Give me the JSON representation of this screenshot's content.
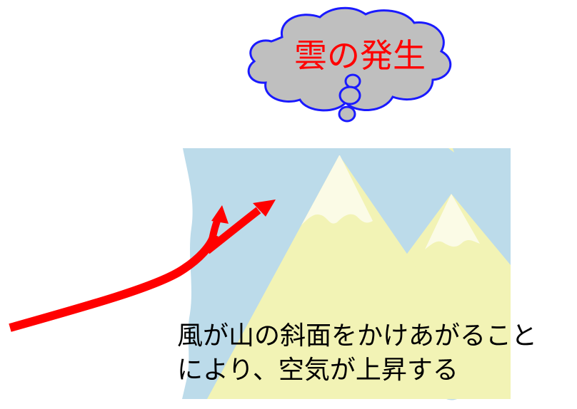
{
  "cloud": {
    "label": "雲の発生",
    "label_color": "#ff0000",
    "fill_color": "#bfbfbf",
    "outline_color": "#1a1aff"
  },
  "scene": {
    "sky_color": "#bcdbea",
    "mountain_color": "#f2f3b5",
    "snow_color": "#fbfbe6"
  },
  "arrow": {
    "color": "#ff0000"
  },
  "caption": {
    "line1": "風が山の斜面をかけあがること",
    "line2": "により、空気が上昇する"
  }
}
